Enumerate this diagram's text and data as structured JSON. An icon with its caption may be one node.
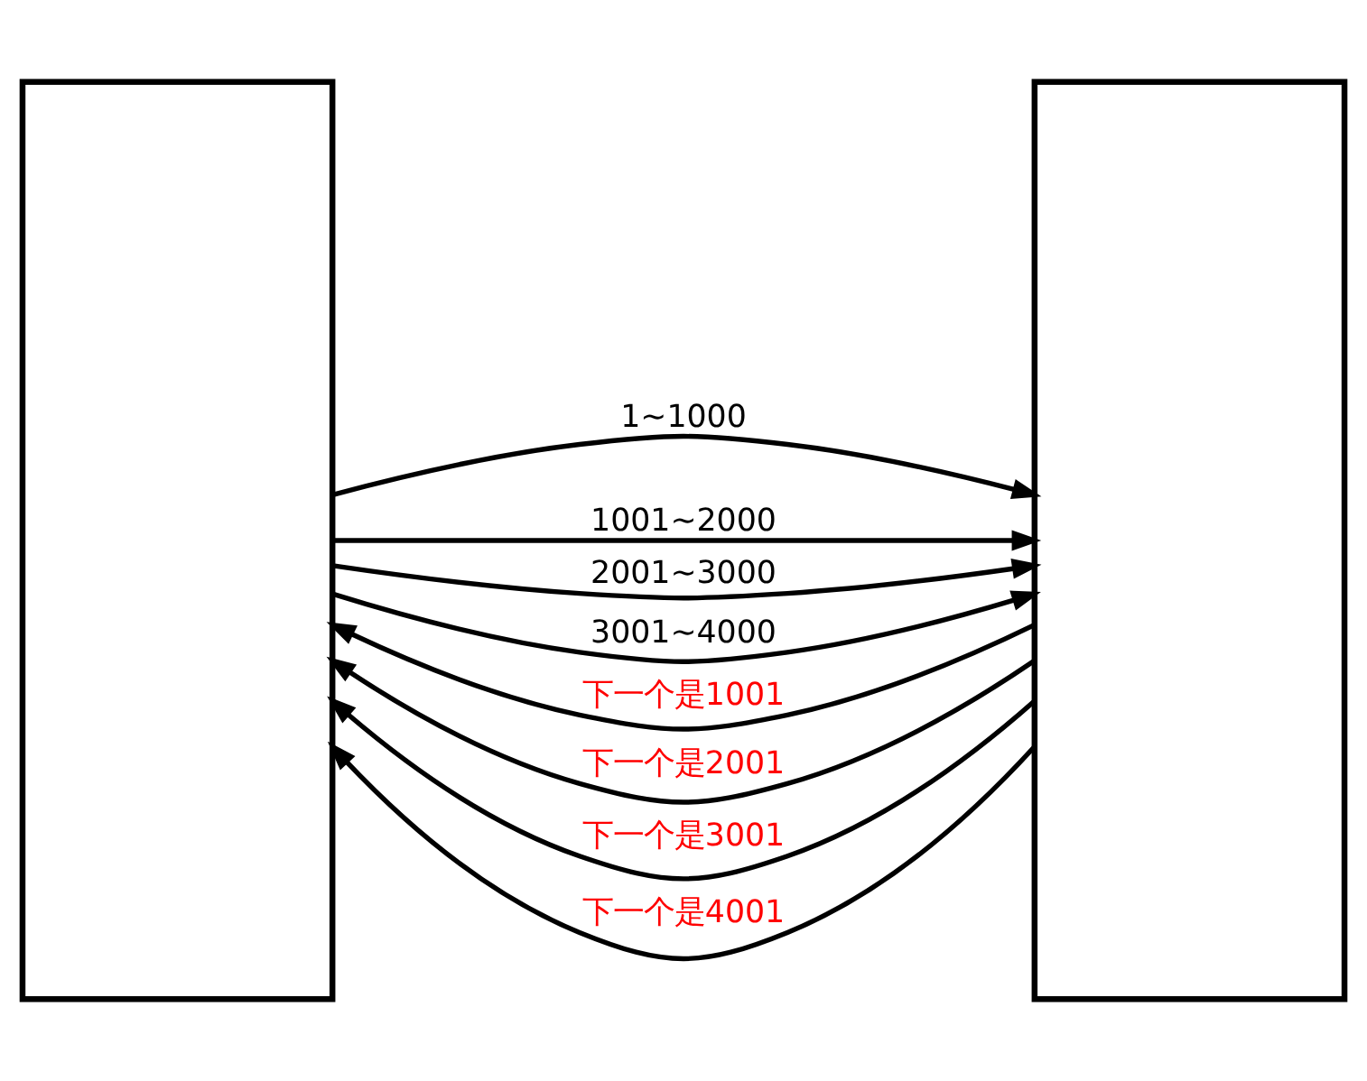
{
  "diagram": {
    "nodes": [
      {
        "text": [],
        "shape": "box"
      },
      {
        "text": [],
        "shape": "box"
      }
    ],
    "edges": [
      {
        "from": 0,
        "to": 1,
        "arrow": "to",
        "label": "1~1000"
      },
      {
        "from": 0,
        "to": 1,
        "arrow": "to",
        "label": "1001~2000"
      },
      {
        "from": 0,
        "to": 1,
        "arrow": "to",
        "label": "2001~3000"
      },
      {
        "from": 0,
        "to": 1,
        "arrow": "to",
        "label": "3001~4000"
      },
      {
        "from": 1,
        "to": 0,
        "arrow": "to",
        "label": "下一个是1001"
      },
      {
        "from": 1,
        "to": 0,
        "arrow": "to",
        "label": "下一个是2001"
      },
      {
        "from": 1,
        "to": 0,
        "arrow": "to",
        "label": "下一个是3001"
      },
      {
        "from": 1,
        "to": 0,
        "arrow": "to",
        "label": "下一个是4001"
      }
    ]
  }
}
